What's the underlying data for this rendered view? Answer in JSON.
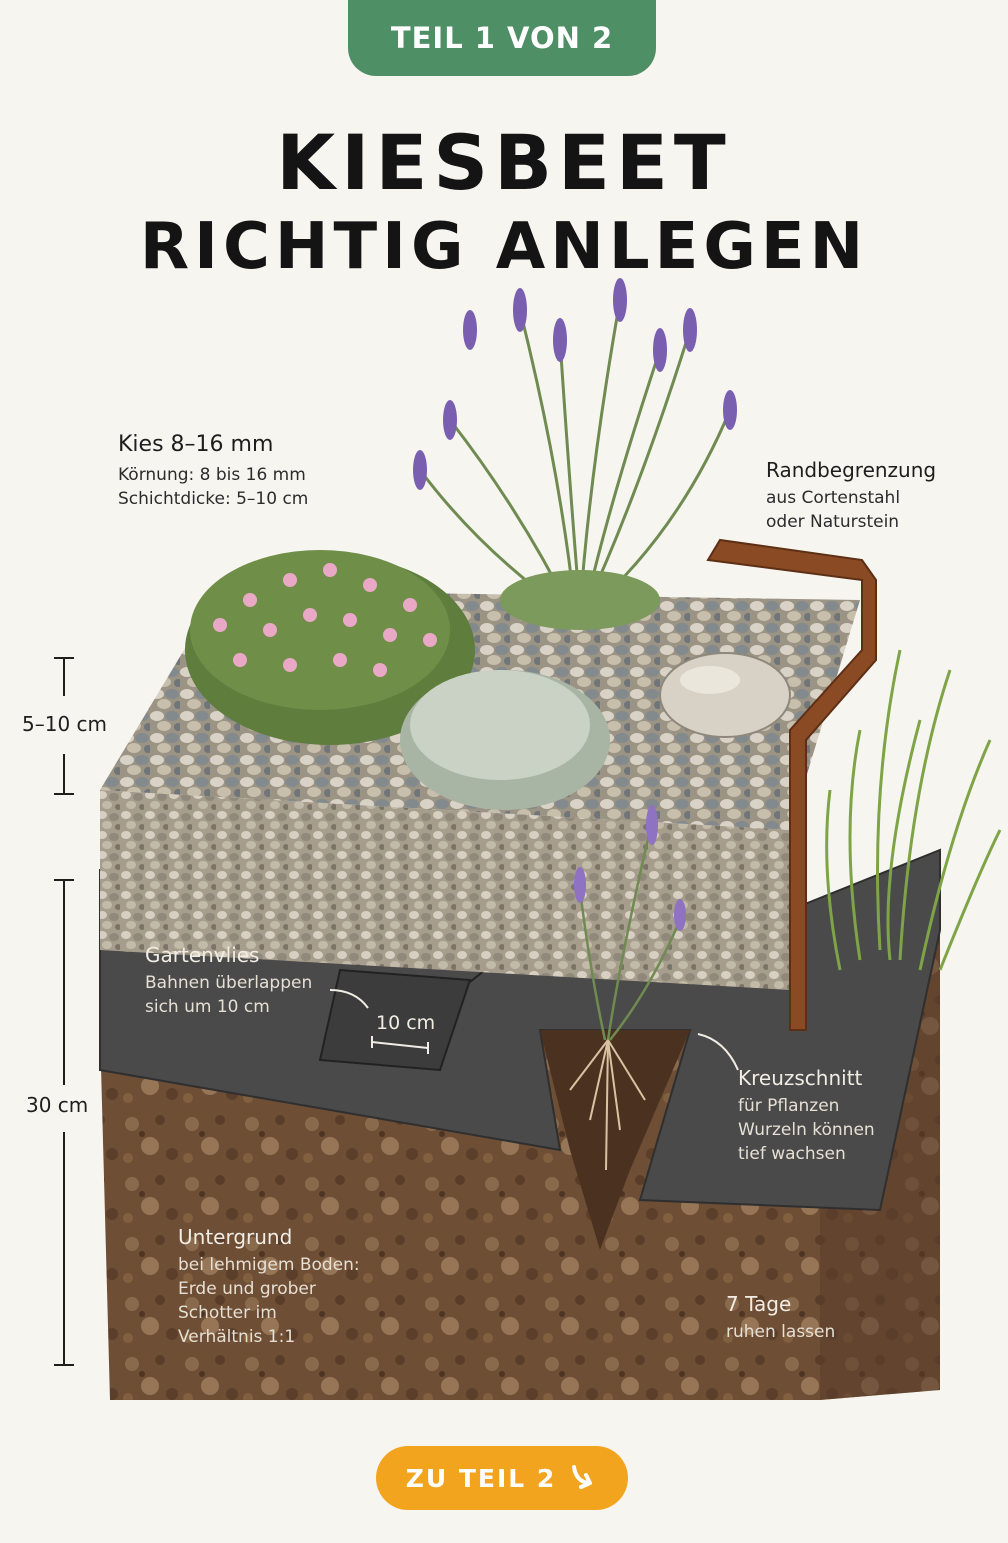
{
  "header": {
    "badge": "TEIL 1 VON 2",
    "title_line1": "KIESBEET",
    "title_line2": "RICHTIG ANLEGEN"
  },
  "labels": {
    "gravel": {
      "title": "Kies 8–16 mm",
      "line1": "Körnung: 8 bis 16 mm",
      "line2": "Schichtdicke: 5–10 cm"
    },
    "edging": {
      "title": "Randbegrenzung",
      "line1": "aus Cortenstahl",
      "line2": "oder Naturstein"
    },
    "fleece": {
      "title": "Gartenvlies",
      "line1": "Bahnen überlappen",
      "line2": "sich um 10 cm",
      "overlap": "10 cm"
    },
    "cross_cut": {
      "title": "Kreuzschnitt",
      "line1": "für Pflanzen",
      "line2": "Wurzeln können",
      "line3": "tief wachsen"
    },
    "subsoil": {
      "title": "Untergrund",
      "line1": "bei lehmigem Boden:",
      "line2": "Erde und grober",
      "line3": "Schotter im",
      "line4": "Verhältnis 1:1"
    },
    "rest": {
      "title": "7 Tage",
      "line1": "ruhen lassen"
    }
  },
  "dimensions": {
    "gravel_depth": "5–10 cm",
    "subsoil_depth": "30 cm"
  },
  "footer": {
    "next_button": "ZU TEIL 2",
    "next_icon": "arrow-down-right-icon"
  },
  "colors": {
    "badge_green": "#4e8f66",
    "button_orange": "#f3a41e",
    "soil_brown": "#6b4b33",
    "fleece_gray": "#4a4a4a",
    "corten_rust": "#8a4a24"
  }
}
